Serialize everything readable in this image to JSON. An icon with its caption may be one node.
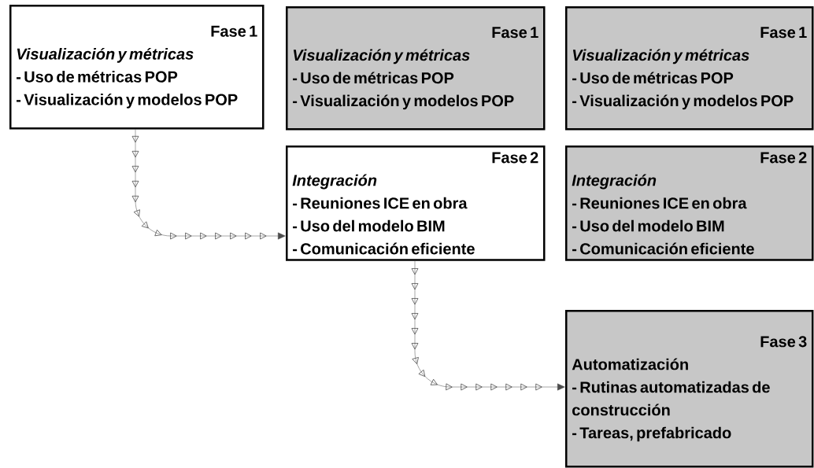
{
  "diagram": {
    "nodes": [
      {
        "text": [
          "Fase 1",
          "Visualización y métricas",
          "- Uso de métricas POP",
          "- Visualización y modelos POP"
        ]
      },
      {
        "text": [
          "Fase 1",
          "Visualización y métricas",
          "- Uso de métricas POP",
          "- Visualización y modelos POP"
        ]
      },
      {
        "text": [
          "Fase 1",
          "Visualización y métricas",
          "- Uso de métricas POP",
          "- Visualización y modelos POP"
        ]
      },
      {
        "text": [
          "Fase 2",
          "Integración",
          "- Reuniones ICE en obra",
          "- Uso del modelo BIM",
          "- Comunicación eficiente"
        ]
      },
      {
        "text": [
          "Fase 2",
          "Integración",
          "- Reuniones ICE en obra",
          "- Uso del modelo BIM",
          "- Comunicación eficiente"
        ]
      },
      {
        "text": [
          "Fase 3",
          "Automatización",
          "- Rutinas automatizadas de construcción",
          "- Tareas, prefabricado"
        ]
      }
    ],
    "edges": [
      {
        "from": 0,
        "to": 3,
        "arrow": "to"
      },
      {
        "from": 3,
        "to": 5,
        "arrow": "to"
      }
    ]
  }
}
